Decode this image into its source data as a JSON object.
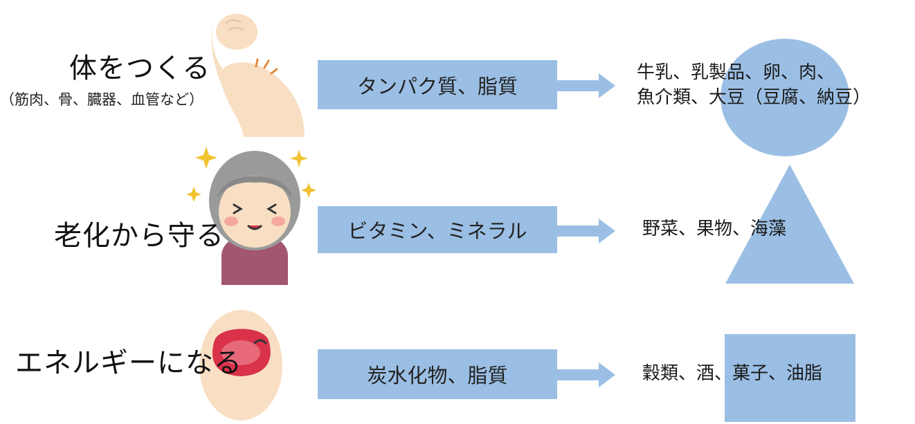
{
  "colors": {
    "shape_fill": "#9bbfe4",
    "skin": "#f8dfc3",
    "hair": "#9a9a9a",
    "sweater": "#a35670",
    "sparkle": "#f2c230",
    "mouth": "#d9324a"
  },
  "rows": [
    {
      "role_label": "体をつくる",
      "role_detail": "（筋肉、骨、臓器、血管など）",
      "nutrients": "タンパク質、脂質",
      "foods_line1": "牛乳、乳製品、卵、肉、",
      "foods_line2": "魚介類、大豆（豆腐、納豆）",
      "shape": "circle",
      "illustration": "flexing-arm-icon"
    },
    {
      "role_label": "老化から守る",
      "nutrients": "ビタミン、ミネラル",
      "foods_line1": "野菜、果物、海藻",
      "shape": "triangle",
      "illustration": "smiling-grandmother-icon"
    },
    {
      "role_label": "エネルギーになる",
      "nutrients": "炭水化物、脂質",
      "foods_line1": "穀類、酒、菓子、油脂",
      "shape": "square",
      "illustration": "open-mouth-face-icon"
    }
  ]
}
